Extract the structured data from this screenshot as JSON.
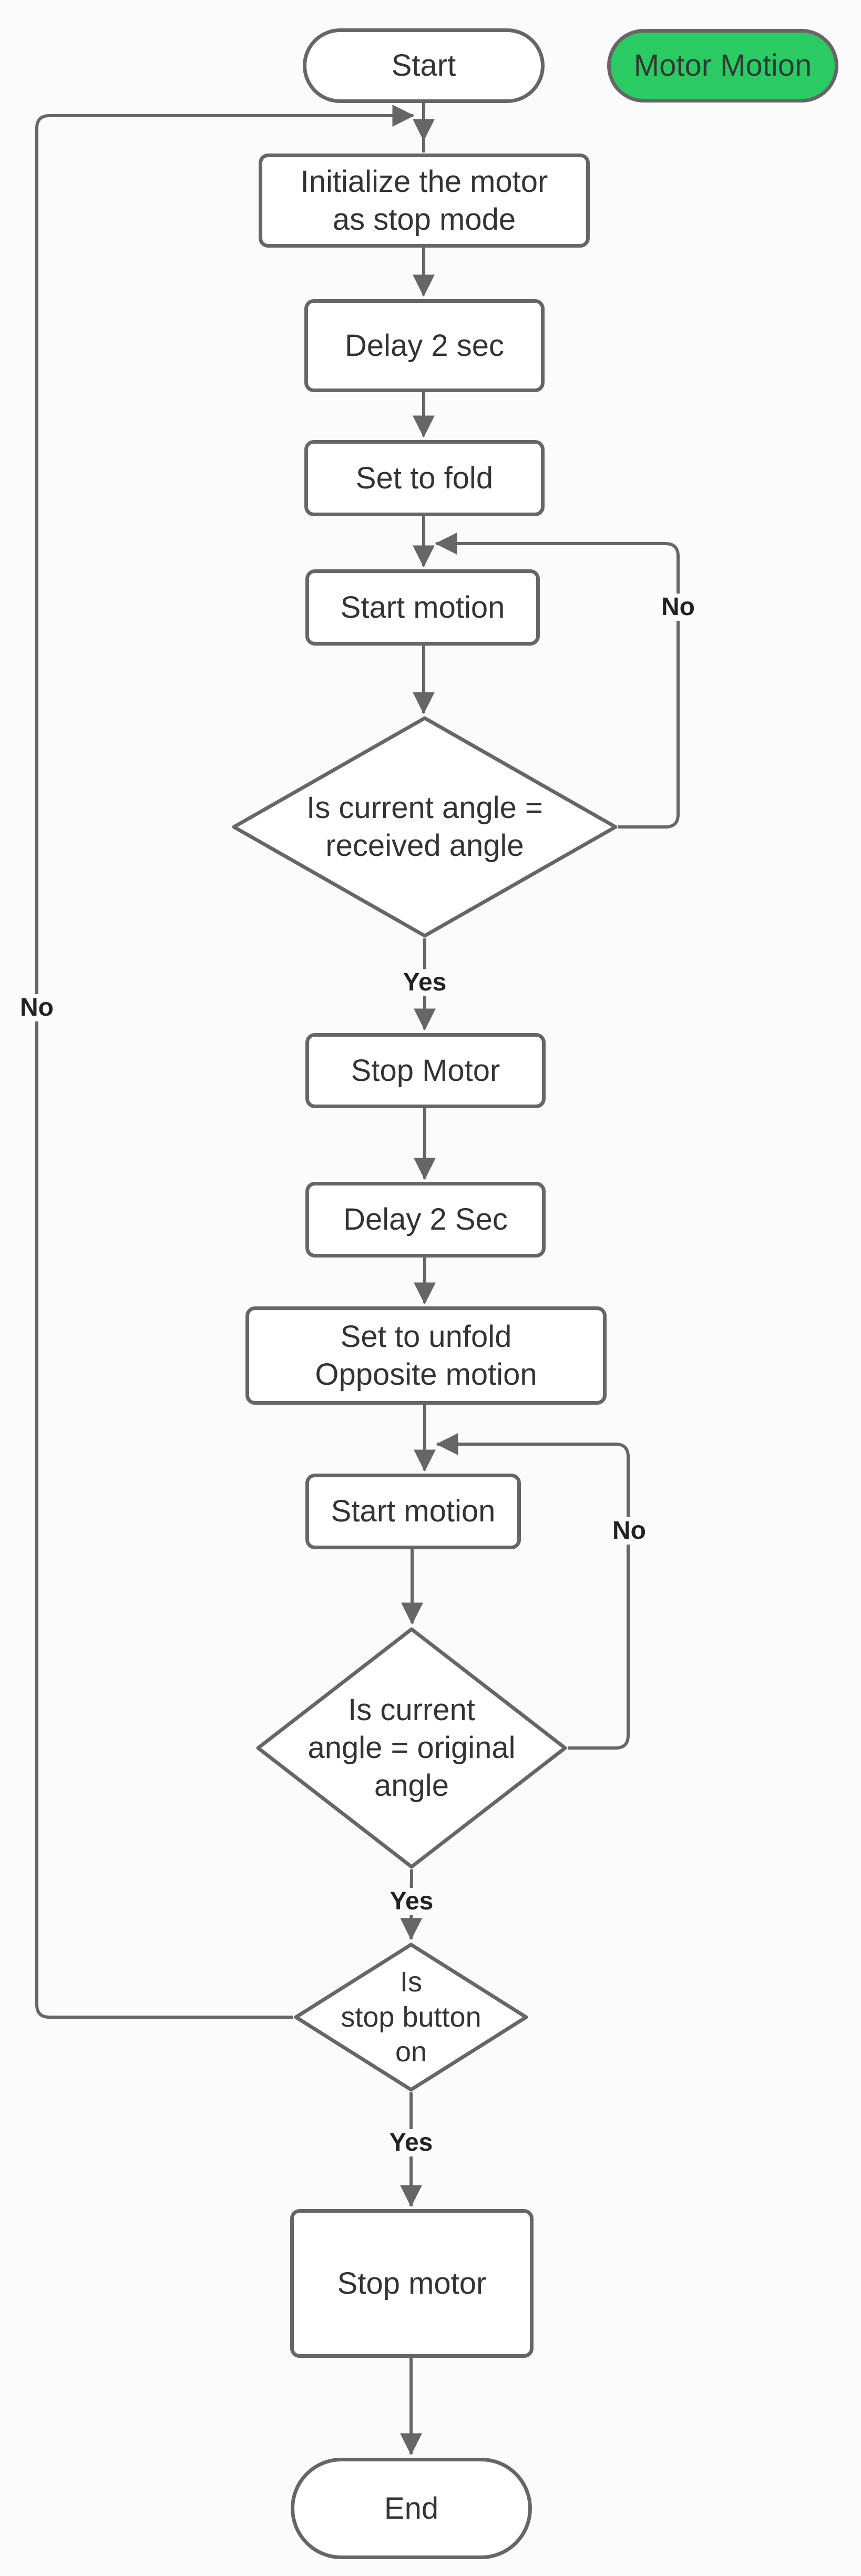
{
  "diagram": {
    "badge": {
      "label": "Motor Motion"
    },
    "colors": {
      "line": "#666666",
      "text": "#333333",
      "badge_fill": "#2bcb63"
    },
    "nodes": {
      "start": {
        "label": "Start"
      },
      "initialize": {
        "lines": [
          "Initialize the motor",
          "as stop mode"
        ]
      },
      "delay_1": {
        "label": "Delay 2 sec"
      },
      "set_fold": {
        "label": "Set to fold"
      },
      "start_motion_1": {
        "label": "Start motion"
      },
      "decision_received_angle": {
        "lines": [
          "Is current angle =",
          "received angle"
        ]
      },
      "stop_motor_1": {
        "label": "Stop Motor"
      },
      "delay_2": {
        "label": "Delay 2 Sec"
      },
      "set_unfold": {
        "lines": [
          "Set to unfold",
          "Opposite motion"
        ]
      },
      "start_motion_2": {
        "label": "Start motion"
      },
      "decision_original_angle": {
        "lines": [
          "Is current",
          "angle = original",
          "angle"
        ]
      },
      "decision_stop_button": {
        "lines": [
          "Is",
          "stop button",
          "on"
        ]
      },
      "stop_motor_2": {
        "label": "Stop motor"
      },
      "end": {
        "label": "End"
      }
    },
    "edge_labels": {
      "yes_1": "Yes",
      "no_1": "No",
      "yes_2": "Yes",
      "no_2": "No",
      "yes_3": "Yes",
      "no_3": "No"
    }
  }
}
